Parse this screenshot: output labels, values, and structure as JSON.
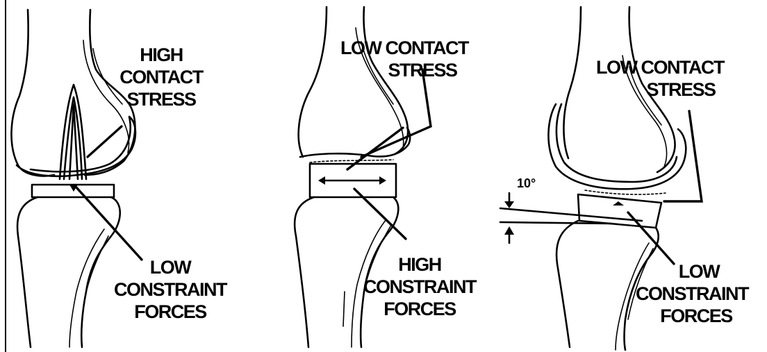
{
  "panels": [
    {
      "top_label": [
        "HIGH",
        "CONTACT",
        "STRESS"
      ],
      "bottom_label": [
        "LOW",
        "CONSTRAINT",
        "FORCES"
      ]
    },
    {
      "top_label": [
        "LOW CONTACT",
        "STRESS"
      ],
      "bottom_label": [
        "HIGH",
        "CONSTRAINT",
        "FORCES"
      ]
    },
    {
      "top_label": [
        "LOW CONTACT",
        "STRESS"
      ],
      "bottom_label": [
        "LOW",
        "CONSTRAINT",
        "FORCES"
      ],
      "angle_label": "10°"
    }
  ]
}
